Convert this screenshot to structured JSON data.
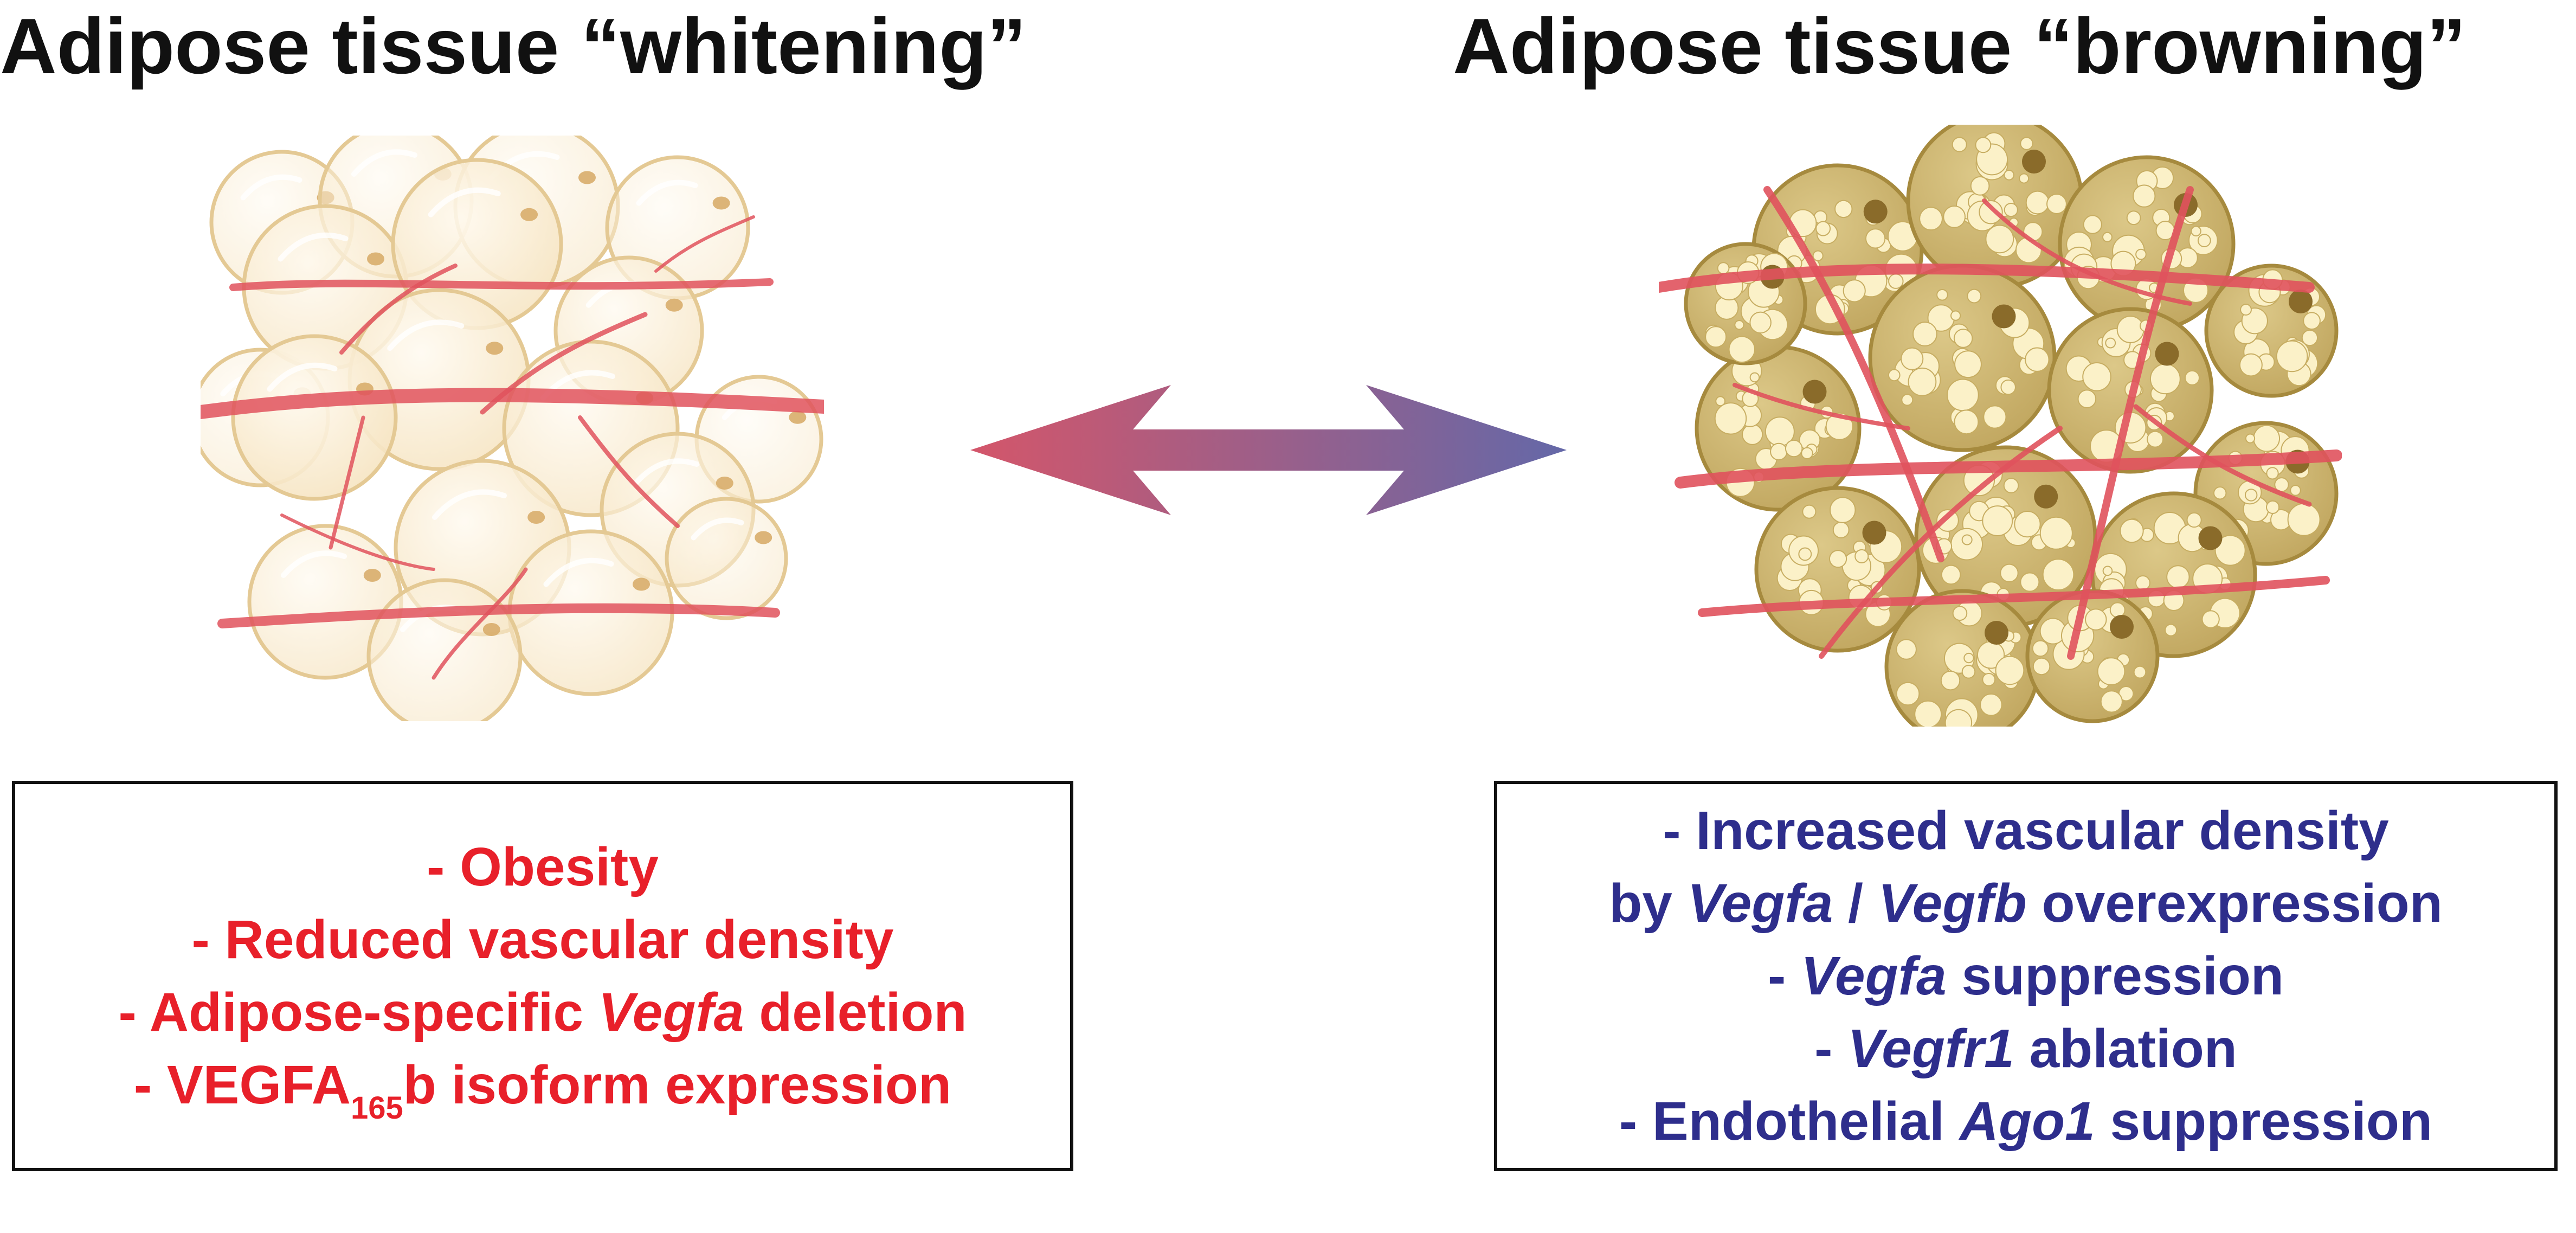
{
  "titles": {
    "left": "Adipose tissue “whitening”",
    "right": "Adipose tissue “browning”"
  },
  "left_box": {
    "line1": "- Obesity",
    "line2": "- Reduced vascular density",
    "line3_prefix": "- Adipose-specific ",
    "line3_gene": "Vegfa",
    "line3_suffix": " deletion",
    "line4_prefix": "- VEGFA",
    "line4_sub": "165",
    "line4_suffix": "b isoform expression"
  },
  "right_box": {
    "line1": "- Increased vascular density",
    "line2_prefix": "by ",
    "line2_gene1": "Vegfa",
    "line2_sep": " / ",
    "line2_gene2": "Vegfb",
    "line2_suffix": " overexpression",
    "line3_prefix": "- ",
    "line3_gene": "Vegfa",
    "line3_suffix": " suppression",
    "line4_prefix": "- ",
    "line4_gene": "Vegfr1",
    "line4_suffix": " ablation",
    "line5_prefix": "- Endothelial ",
    "line5_gene": "Ago1",
    "line5_suffix": " suppression"
  },
  "colors": {
    "left_text": "#e8202a",
    "right_text": "#2e2e8c",
    "white_fat_fill": "#fbf0da",
    "white_fat_stroke": "#e4c994",
    "brown_fat_fill": "#cdb56a",
    "brown_fat_stroke": "#a68a3e",
    "vessel": "#e0525d",
    "arrow_left": "#d4566a",
    "arrow_right": "#6468a8"
  },
  "icons": {
    "left_illustration": "white-adipose-tissue-icon",
    "right_illustration": "brown-adipose-tissue-icon",
    "center": "double-headed-arrow-icon"
  }
}
